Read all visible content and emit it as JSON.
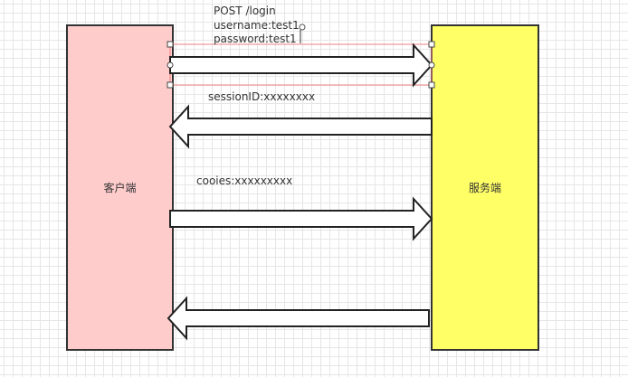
{
  "diagram": {
    "client_label": "客户端",
    "server_label": "服务端",
    "client_color": "#ffcccc",
    "server_color": "#ffff66",
    "login_request": {
      "line1": "POST /login",
      "line2": "username:test1",
      "line3": "password:test1"
    },
    "session_response": "sessionID:xxxxxxxx",
    "cookie_request": "cooies:xxxxxxxxx"
  }
}
